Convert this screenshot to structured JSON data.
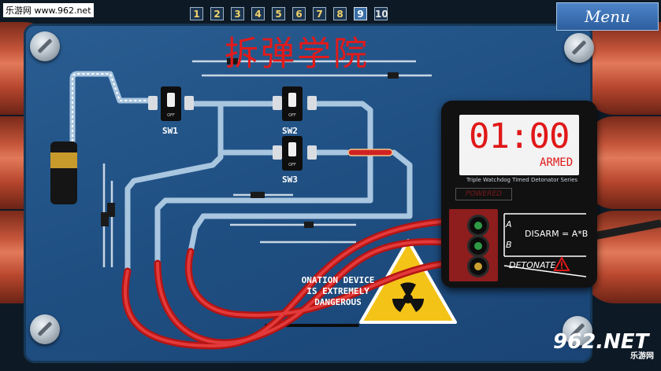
{
  "watermark": "乐游网 www.962.net",
  "game_title": "拆弹学院",
  "level_select": {
    "levels": [
      "1",
      "2",
      "3",
      "4",
      "5",
      "6",
      "7",
      "8",
      "9",
      "10"
    ],
    "current_level": "9"
  },
  "menu_button": "Menu",
  "switches": [
    {
      "id": "SW1",
      "label": "SW1",
      "state": "OFF"
    },
    {
      "id": "SW2",
      "label": "SW2",
      "state": "OFF"
    },
    {
      "id": "SW3",
      "label": "SW3",
      "state": "OFF"
    }
  ],
  "detonator": {
    "timer": "01:00",
    "status": "ARMED",
    "series": "Triple Watchdog Timed Detonator Series",
    "powered_label": "POWERED",
    "terminals": [
      {
        "label": "A",
        "color": "#2f9a45"
      },
      {
        "label": "B",
        "color": "#2f9a45"
      },
      {
        "label": "",
        "color": "#c9a030"
      }
    ],
    "disarm_formula": "DISARM = A*B",
    "detonate_label": "DETONATE"
  },
  "warning_text": [
    "ONATION DEVICE",
    "IS EXTREMELY",
    "DANGEROUS"
  ],
  "site_logo": {
    "text": "962.NET",
    "subtext": "乐游网"
  },
  "colors": {
    "wire": "#d82020",
    "board": "#1f4f82",
    "trace": "#a9c6e0",
    "timer": "#e01818"
  }
}
